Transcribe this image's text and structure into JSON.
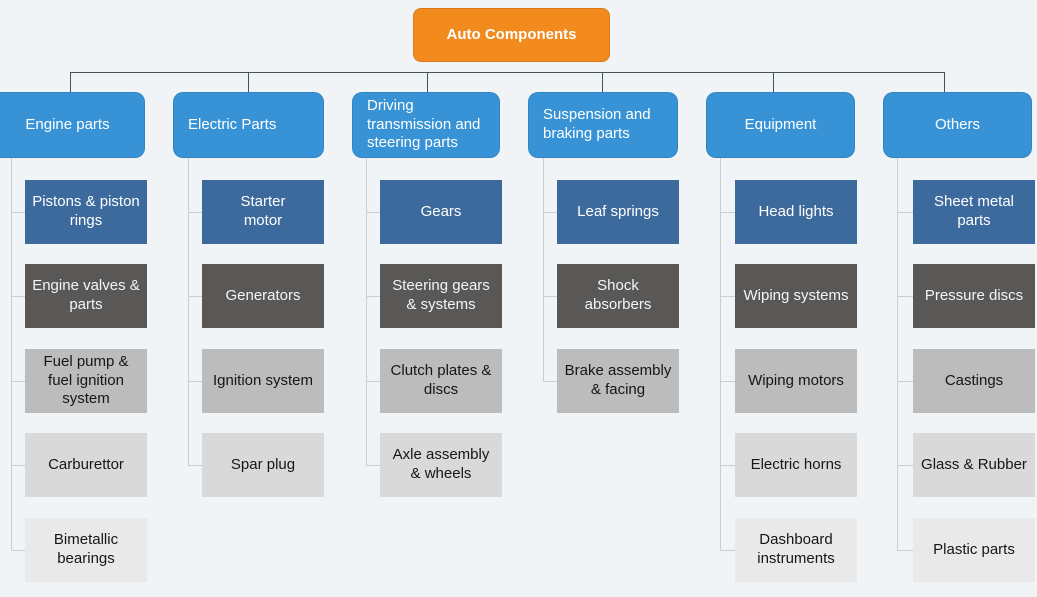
{
  "root": {
    "label": "Auto Components"
  },
  "colors": {
    "canvas-bg": "#F0F4F7",
    "root-bg": "#F28A1E",
    "header-bg": "#3793D6",
    "lvl1-bg": "#3D6A9C",
    "lvl2-bg": "#595857",
    "lvl3-bg": "#BCBCBC",
    "lvl4-bg": "#D9D9D9",
    "lvl5-bg": "#E9E9E9",
    "connector-dark": "#45545C",
    "connector-light": "#C9CED3"
  },
  "columns": [
    {
      "label": "Engine parts",
      "children": [
        {
          "label": "Pistons & piston\nrings"
        },
        {
          "label": "Engine valves &\nparts"
        },
        {
          "label": "Fuel pump &\nfuel ignition\nsystem"
        },
        {
          "label": "Carburettor"
        },
        {
          "label": "Bimetallic\nbearings"
        }
      ]
    },
    {
      "label": "Electric Parts",
      "children": [
        {
          "label": "Starter\nmotor"
        },
        {
          "label": "Generators"
        },
        {
          "label": "Ignition system"
        },
        {
          "label": "Spar plug"
        }
      ]
    },
    {
      "label": "Driving\ntransmission and\nsteering parts",
      "children": [
        {
          "label": "Gears"
        },
        {
          "label": "Steering gears\n& systems"
        },
        {
          "label": "Clutch plates &\ndiscs"
        },
        {
          "label": "Axle assembly\n& wheels"
        }
      ]
    },
    {
      "label": "Suspension and\nbraking parts",
      "children": [
        {
          "label": "Leaf springs"
        },
        {
          "label": "Shock\nabsorbers"
        },
        {
          "label": "Brake assembly\n& facing"
        }
      ]
    },
    {
      "label": "Equipment",
      "children": [
        {
          "label": "Head lights"
        },
        {
          "label": "Wiping systems"
        },
        {
          "label": "Wiping motors"
        },
        {
          "label": "Electric horns"
        },
        {
          "label": "Dashboard\ninstruments"
        }
      ]
    },
    {
      "label": "Others",
      "children": [
        {
          "label": "Sheet metal\nparts"
        },
        {
          "label": "Pressure discs"
        },
        {
          "label": "Castings"
        },
        {
          "label": "Glass & Rubber"
        },
        {
          "label": "Plastic parts"
        }
      ]
    }
  ]
}
